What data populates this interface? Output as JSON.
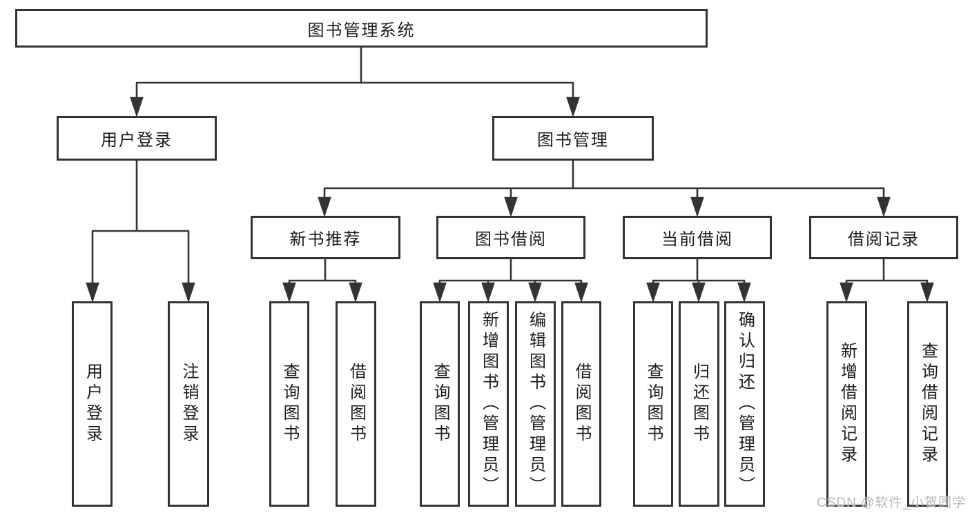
{
  "diagram": {
    "title": "图书管理系统",
    "root": {
      "label": "图书管理系统"
    },
    "level2": [
      {
        "label": "用户登录"
      },
      {
        "label": "图书管理"
      }
    ],
    "level3": [
      {
        "label": "新书推荐"
      },
      {
        "label": "图书借阅"
      },
      {
        "label": "当前借阅"
      },
      {
        "label": "借阅记录"
      }
    ],
    "leaves": {
      "user_login": [
        "用户登录",
        "注销登录"
      ],
      "new_book_rec": [
        "查询图书",
        "借阅图书"
      ],
      "book_borrow": [
        "查询图书",
        "新增图书（管理员）",
        "编辑图书（管理员）",
        "借阅图书"
      ],
      "current_borrow": [
        "查询图书",
        "归还图书",
        "确认归还（管理员）"
      ],
      "borrow_records": [
        "新增借阅记录",
        "查询借阅记录"
      ]
    },
    "line_color": "#333333",
    "box_background": "#ffffff",
    "text_color": "#1c1c1c"
  },
  "watermark": {
    "text": "CSDN @软件_小贺同学",
    "color": "#b4b8bf"
  }
}
